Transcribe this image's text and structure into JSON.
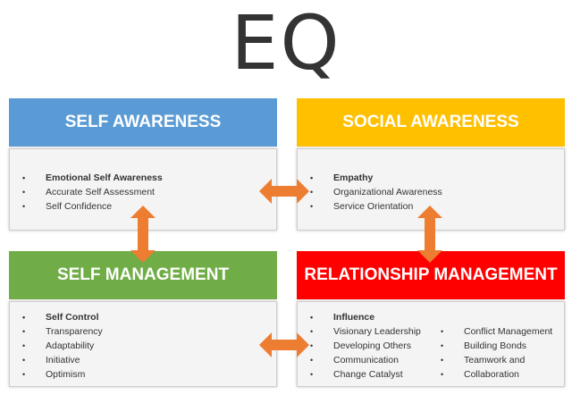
{
  "title": "EQ",
  "colors": {
    "self_awareness": "#5b9bd5",
    "social_awareness": "#ffc000",
    "self_management": "#70ad47",
    "relationship_management": "#ff0000",
    "arrow": "#ed7d31"
  },
  "quadrants": {
    "self_awareness": {
      "heading": "SELF AWARENESS",
      "items": [
        "Emotional Self Awareness",
        "Accurate Self Assessment",
        "Self Confidence"
      ]
    },
    "social_awareness": {
      "heading": "SOCIAL AWARENESS",
      "items": [
        "Empathy",
        "Organizational Awareness",
        "Service Orientation"
      ]
    },
    "self_management": {
      "heading": "SELF MANAGEMENT",
      "items": [
        "Self Control",
        "Transparency",
        "Adaptability",
        "Initiative",
        "Optimism"
      ]
    },
    "relationship_management": {
      "heading": "RELATIONSHIP MANAGEMENT",
      "items_left": [
        "Influence",
        "Visionary Leadership",
        "Developing Others",
        "Communication",
        "Change Catalyst"
      ],
      "items_right": [
        "Conflict Management",
        "Building Bonds",
        "Teamwork and",
        "Collaboration"
      ]
    }
  }
}
